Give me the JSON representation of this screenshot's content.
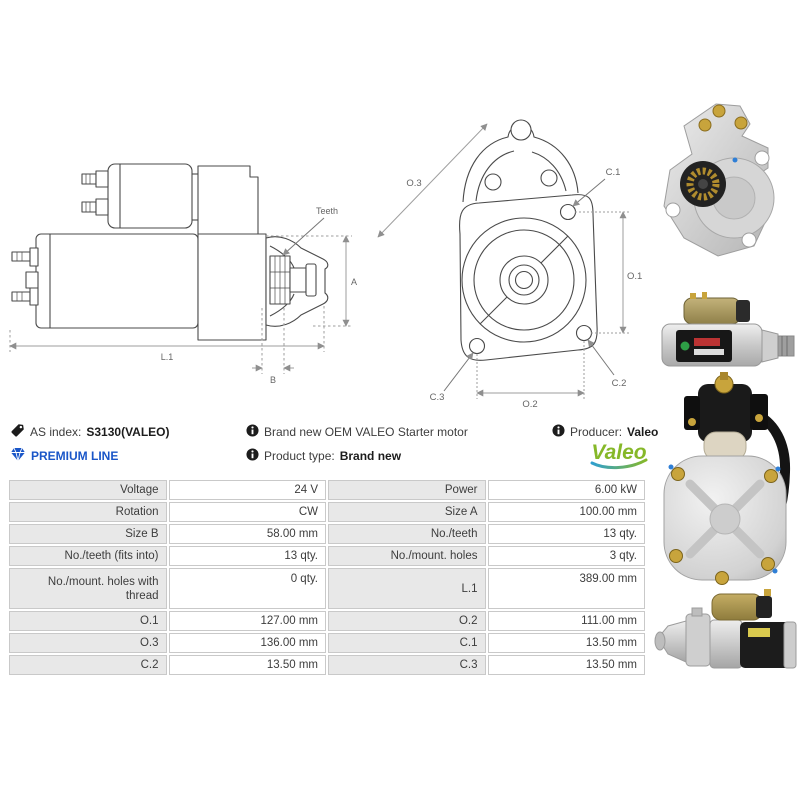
{
  "info_bar": {
    "as_index": {
      "label": "AS index:",
      "value": "S3130(VALEO)"
    },
    "premium_line": {
      "label": "PREMIUM LINE",
      "color": "#1a56c8"
    },
    "description": "Brand new OEM VALEO Starter motor",
    "product_type": {
      "label": "Product type:",
      "value": "Brand new"
    },
    "producer": {
      "label": "Producer:",
      "value": "Valeo"
    },
    "brand_logo_text": "Valeo",
    "brand_green": "#86b829"
  },
  "drawings": {
    "side_view": {
      "teeth": "Teeth",
      "a": "A",
      "l1": "L.1",
      "b": "B"
    },
    "front_view": {
      "o1": "O.1",
      "o2": "O.2",
      "o3": "O.3",
      "c1": "C.1",
      "c2": "C.2",
      "c3": "C.3"
    }
  },
  "photos": {
    "items": [
      "starter-front-flange",
      "starter-side-small",
      "starter-rear-cable",
      "starter-side-profile"
    ]
  },
  "spec_table": {
    "colors": {
      "label_bg": "#e8e8e8",
      "border": "#c9c9c9",
      "text": "#3d3d3d"
    },
    "rows": [
      {
        "l1": "Voltage",
        "v1": "24 V",
        "l2": "Power",
        "v2": "6.00 kW"
      },
      {
        "l1": "Rotation",
        "v1": "CW",
        "l2": "Size A",
        "v2": "100.00 mm"
      },
      {
        "l1": "Size B",
        "v1": "58.00 mm",
        "l2": "No./teeth",
        "v2": "13 qty."
      },
      {
        "l1": "No./teeth (fits into)",
        "v1": "13 qty.",
        "l2": "No./mount. holes",
        "v2": "3 qty."
      },
      {
        "l1": "No./mount. holes with thread",
        "v1": "0 qty.",
        "l2": "L.1",
        "v2": "389.00 mm"
      },
      {
        "l1": "O.1",
        "v1": "127.00 mm",
        "l2": "O.2",
        "v2": "111.00 mm"
      },
      {
        "l1": "O.3",
        "v1": "136.00 mm",
        "l2": "C.1",
        "v2": "13.50 mm"
      },
      {
        "l1": "C.2",
        "v1": "13.50 mm",
        "l2": "C.3",
        "v2": "13.50 mm"
      }
    ]
  }
}
